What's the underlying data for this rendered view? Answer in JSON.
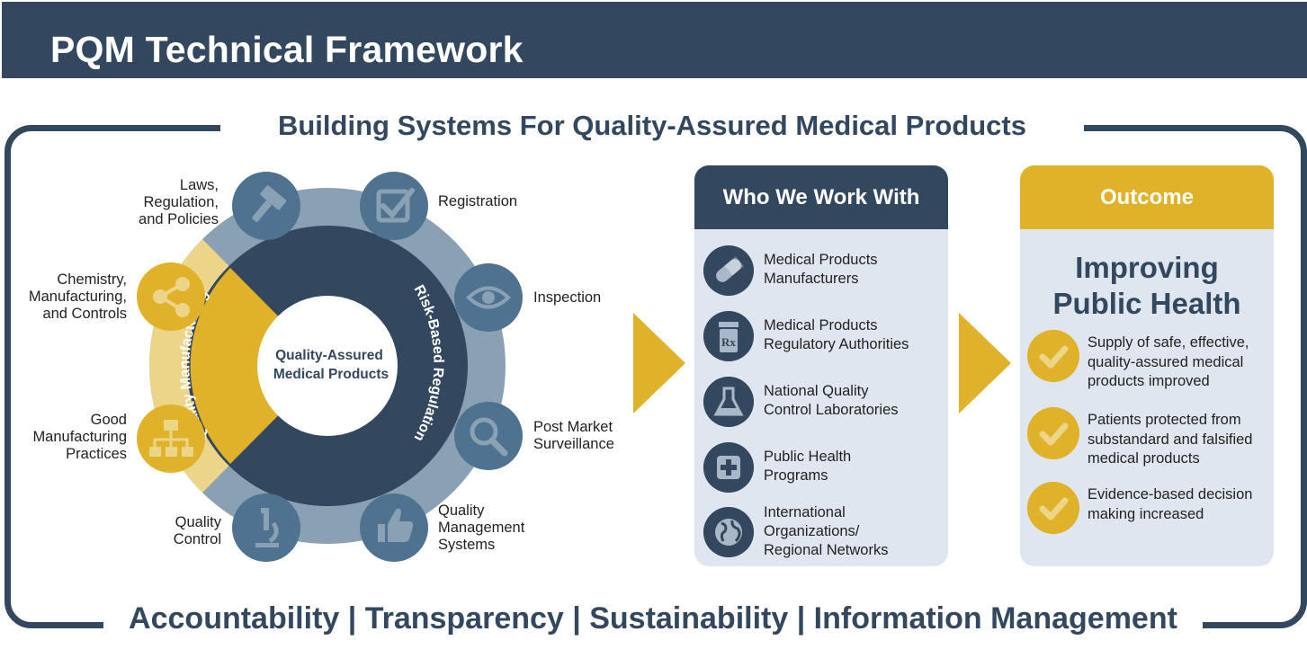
{
  "header": {
    "title": "PQM Technical Framework"
  },
  "subtitle": "Building Systems For Quality-Assured Medical Products",
  "footer": "Accountability | Transparency | Sustainability | Information Management",
  "wheel": {
    "center": [
      "Quality-Assured",
      "Medical Products"
    ],
    "arc_regulation": "Risk-Based Regulation",
    "arc_manufacturing": "Quality Manufacturing",
    "items": {
      "laws": [
        "Laws,",
        "Regulation,",
        "and Policies"
      ],
      "registration": [
        "Registration"
      ],
      "inspection": [
        "Inspection"
      ],
      "post_market": [
        "Post Market",
        "Surveillance"
      ],
      "qms": [
        "Quality",
        "Management",
        "Systems"
      ],
      "quality_control": [
        "Quality",
        "Control"
      ],
      "gmp": [
        "Good",
        "Manufacturing",
        "Practices"
      ],
      "cmc": [
        "Chemistry,",
        "Manufacturing,",
        "and Controls"
      ]
    },
    "icons": {
      "laws": "gavel-icon",
      "registration": "checkbox-icon",
      "inspection": "eye-icon",
      "post_market": "magnifier-icon",
      "qms": "thumbs-up-icon",
      "quality_control": "microscope-icon",
      "gmp": "org-chart-icon",
      "cmc": "share-icon"
    }
  },
  "who": {
    "title": "Who We Work With",
    "items": [
      {
        "lines": [
          "Medical Products",
          "Manufacturers"
        ],
        "icon": "pill-icon"
      },
      {
        "lines": [
          "Medical Products",
          "Regulatory Authorities"
        ],
        "icon": "rx-bottle-icon"
      },
      {
        "lines": [
          "National Quality",
          "Control Laboratories"
        ],
        "icon": "flask-icon"
      },
      {
        "lines": [
          "Public Health",
          "Programs"
        ],
        "icon": "plus-box-icon"
      },
      {
        "lines": [
          "International",
          "Organizations/",
          "Regional Networks"
        ],
        "icon": "globe-icon"
      }
    ]
  },
  "outcome": {
    "title": "Outcome",
    "headline": [
      "Improving",
      "Public Health"
    ],
    "items": [
      {
        "lines": [
          "Supply of safe, effective,",
          "quality-assured medical",
          "products improved"
        ]
      },
      {
        "lines": [
          "Patients protected from",
          "substandard and falsified",
          "medical products"
        ]
      },
      {
        "lines": [
          "Evidence-based decision",
          "making increased"
        ]
      }
    ]
  },
  "colors": {
    "navy": "#33485f",
    "steel": "#8aa0b3",
    "icon_blue": "#4e7290",
    "gold": "#dfb22a",
    "light_gold": "#ecd588",
    "card_bg": "#e0e6ef"
  }
}
